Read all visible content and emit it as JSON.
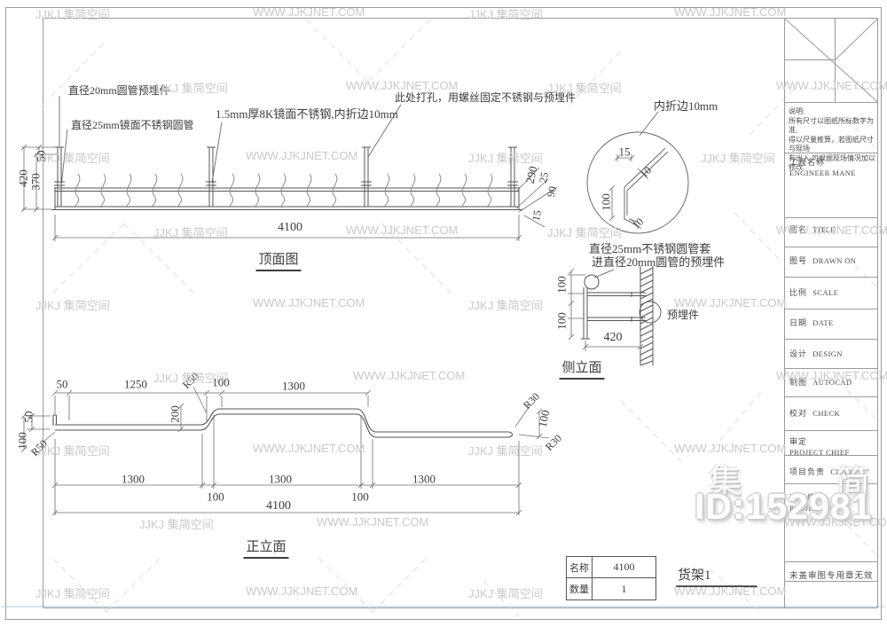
{
  "watermark": {
    "brand": "JJKJ 集简空间",
    "url": "WWW.JJKJNET.COM",
    "big_cn": "集 简",
    "big_id": "ID:152981"
  },
  "dims": {
    "d10": "10",
    "d15": "15",
    "d25": "25",
    "d50": "50",
    "d90": "90",
    "d100": "100",
    "d200": "200",
    "d290": "290",
    "d370": "370",
    "d420": "420",
    "d1250": "1250",
    "d1300": "1300",
    "d4100": "4100",
    "r30": "R30",
    "r50": "R50"
  },
  "top_view": {
    "label": "顶面图",
    "ann_embed_tube": "直径20mm圆管预埋件",
    "ann_mirror_tube": "直径25mm镜面不锈钢圆管",
    "ann_sheet": "1.5mm厚8K镜面不锈钢,内折边10mm",
    "ann_drill": "此处打孔，用螺丝固定不锈钢与预埋件"
  },
  "detail_view": {
    "ann_fold": "内折边10mm",
    "ann_sleeve_line1": "直径25mm不锈钢圆管套",
    "ann_sleeve_line2": "进直径20mm圆管的预埋件"
  },
  "side_view": {
    "label": "侧立面",
    "ann_embed": "预埋件"
  },
  "front_view": {
    "label": "正立面"
  },
  "parts_table": {
    "name_label": "名称",
    "name_value": "4100",
    "qty_label": "数量",
    "qty_value": "1",
    "shelf_label": "货架1"
  },
  "title_block": {
    "note_title": "说明:",
    "note_line1": "所有尺寸以图纸所标数字为准,",
    "note_line2": "得以尺量推算，若图纸尺寸与现场",
    "note_line3": "有出入,可根据现场情况加以修改.",
    "project_cn": "工程名称",
    "project_en": "ENGINEER MANE",
    "title_cn": "图名",
    "title_en": "TITLE",
    "no_cn": "图号",
    "no_en": "DRAWN ON",
    "scale_cn": "比例",
    "scale_en": "SCALE",
    "date_cn": "日期",
    "date_en": "DATE",
    "design_cn": "设计",
    "design_en": "DESIGN",
    "draft_cn": "制图",
    "draft_en": "AUTOCAD",
    "check_cn": "校对",
    "check_en": "CHECK",
    "approve_cn": "审定",
    "approve_en": "PROJECT CHIEF",
    "lead_cn": "项目负责",
    "lead_en": "CHIEF",
    "projno_cn": "项目编号",
    "projno_en": "PROJECT NO",
    "stamp_note": "未盖审图专用章无效"
  }
}
